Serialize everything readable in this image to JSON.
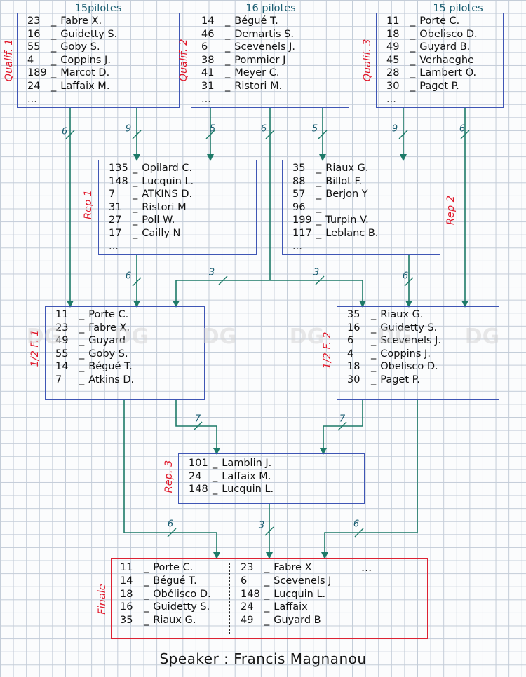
{
  "boxes": {
    "qualif1": {
      "label": "Qualif. 1",
      "count": "15pilotes",
      "entries": [
        {
          "num": "23",
          "name": "Fabre X."
        },
        {
          "num": "16",
          "name": "Guidetty S."
        },
        {
          "num": "55",
          "name": "Goby S."
        },
        {
          "num": "4",
          "name": "Coppins J."
        },
        {
          "num": "189",
          "name": "Marcot D."
        },
        {
          "num": "24",
          "name": "Laffaix M."
        },
        {
          "num": "...",
          "name": ""
        }
      ]
    },
    "qualif2": {
      "label": "Qualif. 2",
      "count": "16 pilotes",
      "entries": [
        {
          "num": "14",
          "name": "Bégué T."
        },
        {
          "num": "46",
          "name": "Demartis S."
        },
        {
          "num": "6",
          "name": "Scevenels J."
        },
        {
          "num": "38",
          "name": "Pommier J"
        },
        {
          "num": "41",
          "name": "Meyer C."
        },
        {
          "num": "31",
          "name": "Ristori M."
        },
        {
          "num": "...",
          "name": ""
        }
      ]
    },
    "qualif3": {
      "label": "Qualif. 3",
      "count": "15 pilotes",
      "entries": [
        {
          "num": "11",
          "name": "Porte C."
        },
        {
          "num": "18",
          "name": "Obelisco D."
        },
        {
          "num": "49",
          "name": "Guyard B."
        },
        {
          "num": "45",
          "name": "Verhaeghe"
        },
        {
          "num": "28",
          "name": "Lambert O."
        },
        {
          "num": "30",
          "name": "Paget P."
        },
        {
          "num": "...",
          "name": ""
        }
      ]
    },
    "rep1": {
      "label": "Rep 1",
      "entries": [
        {
          "num": "135",
          "name": "Opilard C."
        },
        {
          "num": "148",
          "name": "Lucquin L."
        },
        {
          "num": "7",
          "name": "ATKINS D."
        },
        {
          "num": "31",
          "name": "Ristori M"
        },
        {
          "num": "27",
          "name": "Poll W."
        },
        {
          "num": "17",
          "name": "Cailly N"
        },
        {
          "num": "...",
          "name": ""
        }
      ]
    },
    "rep2": {
      "label": "Rep 2",
      "entries": [
        {
          "num": "35",
          "name": "Riaux G."
        },
        {
          "num": "88",
          "name": "Billot F."
        },
        {
          "num": "57",
          "name": "Berjon Y"
        },
        {
          "num": "96",
          "name": ""
        },
        {
          "num": "199",
          "name": "Turpin V."
        },
        {
          "num": "117",
          "name": "Leblanc B."
        },
        {
          "num": "...",
          "name": ""
        }
      ]
    },
    "semi1": {
      "label": "1/2 F. 1",
      "entries": [
        {
          "num": "11",
          "name": "Porte C."
        },
        {
          "num": "23",
          "name": "Fabre X."
        },
        {
          "num": "49",
          "name": "Guyard"
        },
        {
          "num": "55",
          "name": "Goby S."
        },
        {
          "num": "14",
          "name": "Bégué T."
        },
        {
          "num": "7",
          "name": "Atkins D."
        }
      ]
    },
    "semi2": {
      "label": "1/2 F. 2",
      "entries": [
        {
          "num": "35",
          "name": "Riaux G."
        },
        {
          "num": "16",
          "name": "Guidetty S."
        },
        {
          "num": "6",
          "name": "Scevenels J."
        },
        {
          "num": "4",
          "name": "Coppins J."
        },
        {
          "num": "18",
          "name": "Obelisco D."
        },
        {
          "num": "30",
          "name": "Paget P."
        }
      ]
    },
    "rep3": {
      "label": "Rep. 3",
      "entries": [
        {
          "num": "101",
          "name": "Lamblin J."
        },
        {
          "num": "24",
          "name": "Laffaix M."
        },
        {
          "num": "148",
          "name": "Lucquin L."
        }
      ]
    },
    "finale": {
      "label": "Finale",
      "col1": [
        {
          "num": "11",
          "name": "Porte C."
        },
        {
          "num": "14",
          "name": "Bégué T."
        },
        {
          "num": "18",
          "name": "Obélisco D."
        },
        {
          "num": "16",
          "name": "Guidetty S."
        },
        {
          "num": "35",
          "name": "Riaux G."
        }
      ],
      "col2": [
        {
          "num": "23",
          "name": "Fabre X"
        },
        {
          "num": "6",
          "name": "Scevenels J"
        },
        {
          "num": "148",
          "name": "Lucquin L."
        },
        {
          "num": "24",
          "name": "Laffaix"
        },
        {
          "num": "49",
          "name": "Guyard B"
        }
      ],
      "col3": "..."
    }
  },
  "wires": [
    {
      "id": "q1-semi1",
      "label": "6"
    },
    {
      "id": "q1-rep1",
      "label": "9"
    },
    {
      "id": "q2-rep1",
      "label": "5"
    },
    {
      "id": "q2-semis",
      "label": "6"
    },
    {
      "id": "q2-rep2",
      "label": "5"
    },
    {
      "id": "q3-rep2",
      "label": "9"
    },
    {
      "id": "q3-semi2",
      "label": "6"
    },
    {
      "id": "rep1-semi1",
      "label": "6"
    },
    {
      "id": "rep2-semi2",
      "label": "6"
    },
    {
      "id": "split-semi1",
      "label": "3"
    },
    {
      "id": "split-semi2",
      "label": "3"
    },
    {
      "id": "semi1-rep3",
      "label": "7"
    },
    {
      "id": "semi2-rep3",
      "label": "7"
    },
    {
      "id": "semi1-finale",
      "label": "6"
    },
    {
      "id": "rep3-finale",
      "label": "3"
    },
    {
      "id": "semi2-finale",
      "label": "6"
    }
  ],
  "colors": {
    "wire": "#1d7a68",
    "box": "#3f56b5",
    "finale_box": "#dd2233",
    "side_label": "#e0192b"
  },
  "watermark": "DG",
  "speaker": "Speaker : Francis Magnanou"
}
